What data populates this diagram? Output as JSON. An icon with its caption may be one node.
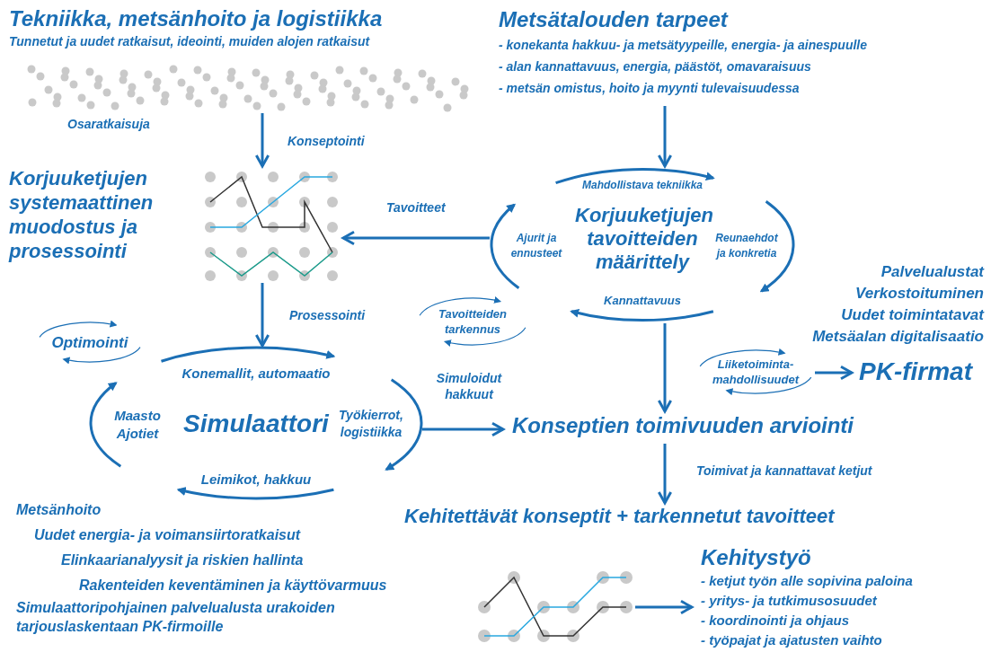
{
  "diagram": {
    "nodes": [
      {
        "text": [
          "Tekniikka, metsänhoito ja logistiikka",
          "Tunnetut ja uudet ratkaisut, ideointi, muiden alojen ratkaisut"
        ]
      },
      {
        "text": [],
        "shape": "picture",
        "beside": [
          "Osaratkaisuja"
        ]
      },
      {
        "text": [
          "Korjuuketjujen systemaattinen muodostus ja prosessointi"
        ]
      },
      {
        "text": [],
        "shape": "picture"
      },
      {
        "text": [
          "Metsätalouden tarpeet",
          "- konekanta hakkuu- ja metsätyypeille, energia- ja ainespuulle",
          "- alan kannattavuus, energia, päästöt, omavaraisuus",
          "- metsän omistus, hoito ja myynti tulevaisuudessa"
        ]
      },
      {
        "text": [
          "Mahdollistava tekniikka",
          "Korjuuketjujen tavoitteiden määrittely",
          "Ajurit ja ennusteet",
          "Reunaehdot ja konkretia",
          "Kannattavuus"
        ]
      },
      {
        "text": [
          "Tavoitteiden tarkennus"
        ]
      },
      {
        "text": [
          "Optimointi"
        ]
      },
      {
        "text": [
          "Konemallit, automaatio",
          "Maasto Ajotiet",
          "Simulaattori",
          "Työkierrot, logistiikka",
          "Leimikot, hakkuu"
        ]
      },
      {
        "text": [
          "Konseptien toimivuuden arviointi"
        ]
      },
      {
        "text": [
          "Liiketoiminta-mahdollisuudet"
        ]
      },
      {
        "text": [
          "PK-firmat"
        ]
      },
      {
        "text": [
          "Kehitettävät konseptit + tarkennetut tavoitteet"
        ]
      },
      {
        "text": [],
        "shape": "picture"
      },
      {
        "text": [
          "Kehitystyö",
          "- ketjut työn alle sopivina paloina",
          "- yritys- ja tutkimusosuudet",
          "- koordinointi ja ohjaus",
          "- työpajat ja ajatusten vaihto"
        ]
      }
    ],
    "edges": [
      {
        "from": 1,
        "to": 3,
        "arrow": "to",
        "label": "Konseptointi"
      },
      {
        "from": 4,
        "to": 5,
        "arrow": "to"
      },
      {
        "from": 5,
        "to": 3,
        "arrow": "to",
        "label": "Tavoitteet"
      },
      {
        "from": 3,
        "to": 8,
        "arrow": "to",
        "label": "Prosessointi"
      },
      {
        "from": 8,
        "to": 9,
        "arrow": "to",
        "label": "Simuloidut hakkuut"
      },
      {
        "from": 5,
        "to": 9,
        "arrow": "to"
      },
      {
        "from": 10,
        "to": 11,
        "arrow": "to"
      },
      {
        "from": 9,
        "to": 12,
        "arrow": "to",
        "label": "Toimivat ja kannattavat ketjut"
      },
      {
        "from": 13,
        "to": 14,
        "arrow": "to"
      }
    ],
    "labels": [
      "Palvelualustat",
      "Verkostoituminen",
      "Uudet toimintatavat",
      "Metsäalan digitalisaatio",
      "Metsänhoito",
      "Uudet energia- ja voimansiirtoratkaisut",
      "Elinkaarianalyysit ja riskien hallinta",
      "Rakenteiden keventäminen ja käyttövarmuus",
      "Simulaattoripohjainen palvelualusta urakoiden tarjouslaskentaan PK-firmoille"
    ]
  }
}
